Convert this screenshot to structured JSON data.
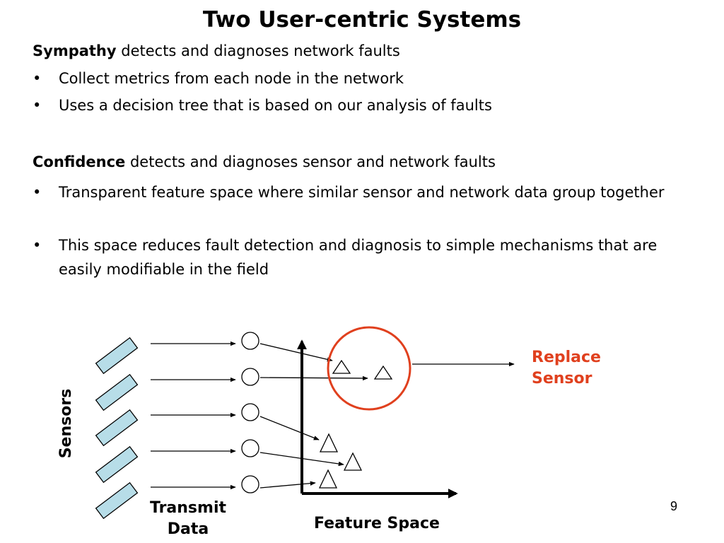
{
  "title": "Two User-centric Systems",
  "sympathy": {
    "name": "Sympathy",
    "desc": " detects and diagnoses network faults",
    "bullets": [
      "Collect metrics from each node in the network",
      "Uses a decision tree that is based on our analysis of faults"
    ]
  },
  "confidence": {
    "name": "Confidence",
    "desc": " detects and diagnoses sensor and network faults",
    "bullets": [
      "Transparent feature space where similar sensor and network data group together",
      "This space reduces fault detection and diagnosis to simple mechanisms that are easily modifiable in the field"
    ]
  },
  "bullet_char": "•",
  "diagram": {
    "sensors_label": "Sensors",
    "transmit_label_1": "Transmit",
    "transmit_label_2": "Data",
    "feature_space_label": "Feature Space",
    "replace_label_1": "Replace",
    "replace_label_2": "Sensor",
    "colors": {
      "sensor_fill": "#b7dde8",
      "highlight": "#e0401e",
      "replace_text": "#e0401e"
    }
  },
  "page_number": "9"
}
